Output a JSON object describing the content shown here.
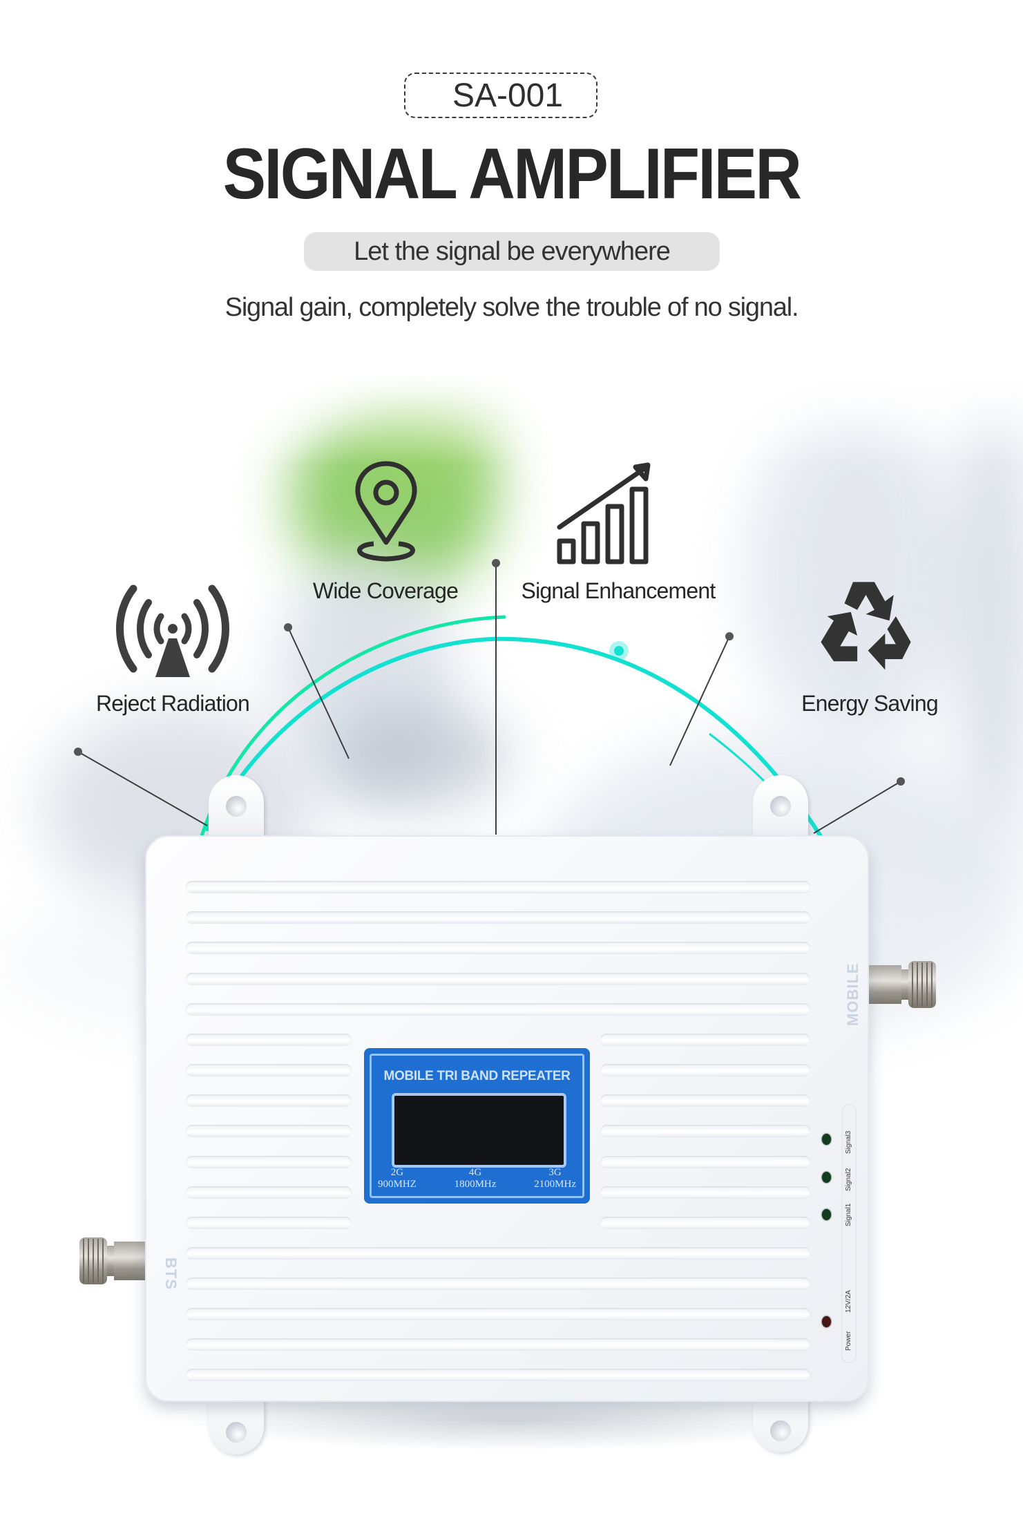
{
  "header": {
    "model": "SA-001",
    "title": "SIGNAL AMPLIFIER",
    "tagline": "Let the signal be everywhere",
    "subtitle": "Signal gain, completely solve the trouble of no signal."
  },
  "features": [
    {
      "label": "Reject Radiation",
      "icon": "radio-tower-icon"
    },
    {
      "label": "Wide Coverage",
      "icon": "location-pin-icon"
    },
    {
      "label": "Signal Enhancement",
      "icon": "growth-bars-icon"
    },
    {
      "label": "Energy Saving",
      "icon": "recycle-icon"
    }
  ],
  "device": {
    "panel_title": "MOBILE TRI BAND REPEATER",
    "bands": [
      {
        "gen": "2G",
        "freq": "900MHZ"
      },
      {
        "gen": "4G",
        "freq": "1800MHz"
      },
      {
        "gen": "3G",
        "freq": "2100MHz"
      }
    ],
    "port_left_label": "BTS",
    "port_right_label": "MOBILE",
    "indicators": [
      {
        "label": "Signal3",
        "color": "#0f3d1e"
      },
      {
        "label": "Signal2",
        "color": "#0f3d1e"
      },
      {
        "label": "Signal1",
        "color": "#0f3d1e"
      }
    ],
    "power_label": "Power",
    "power_spec": "12V/2A",
    "power_led_color": "#4a1515"
  },
  "colors": {
    "accent_arc": "#12e6c8",
    "text": "#2b2b2b",
    "panel_blue": "#1f6ed1"
  }
}
